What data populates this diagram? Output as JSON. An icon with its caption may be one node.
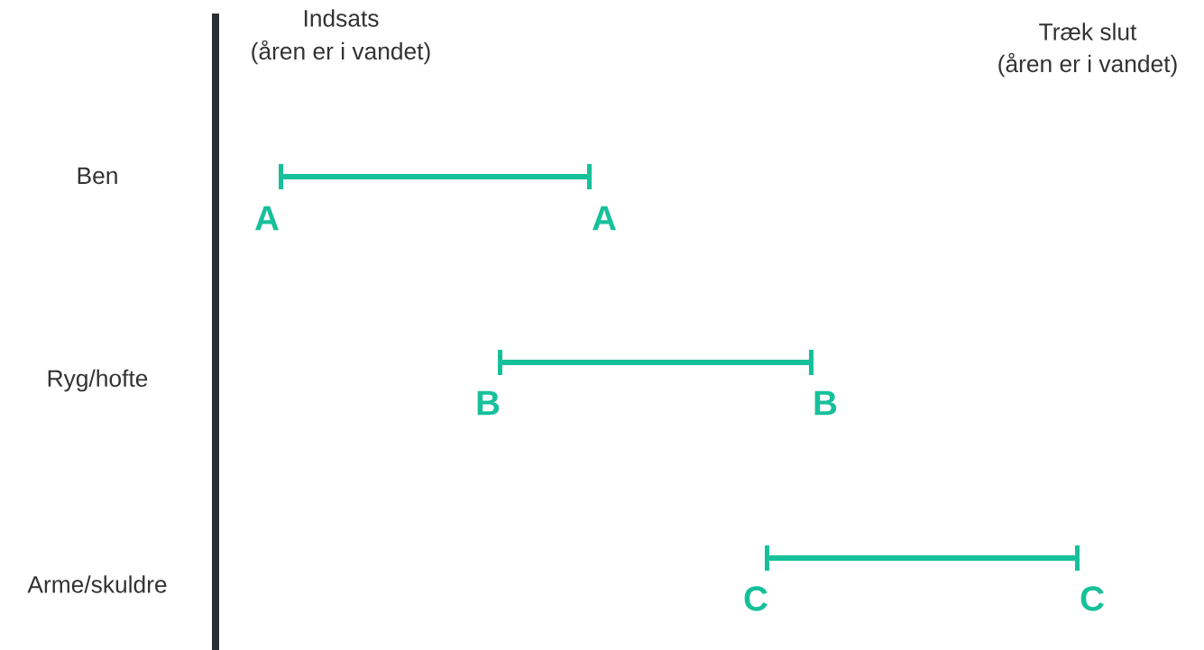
{
  "diagram": {
    "labels": [
      "Indsats",
      "Træk slut",
      "(åren er i vandet)",
      "(åren er i vandet)",
      "Ben",
      "A",
      "A",
      "Ryg/hofte",
      "B",
      "B",
      "Arme/skuldre",
      "C",
      "C"
    ]
  }
}
